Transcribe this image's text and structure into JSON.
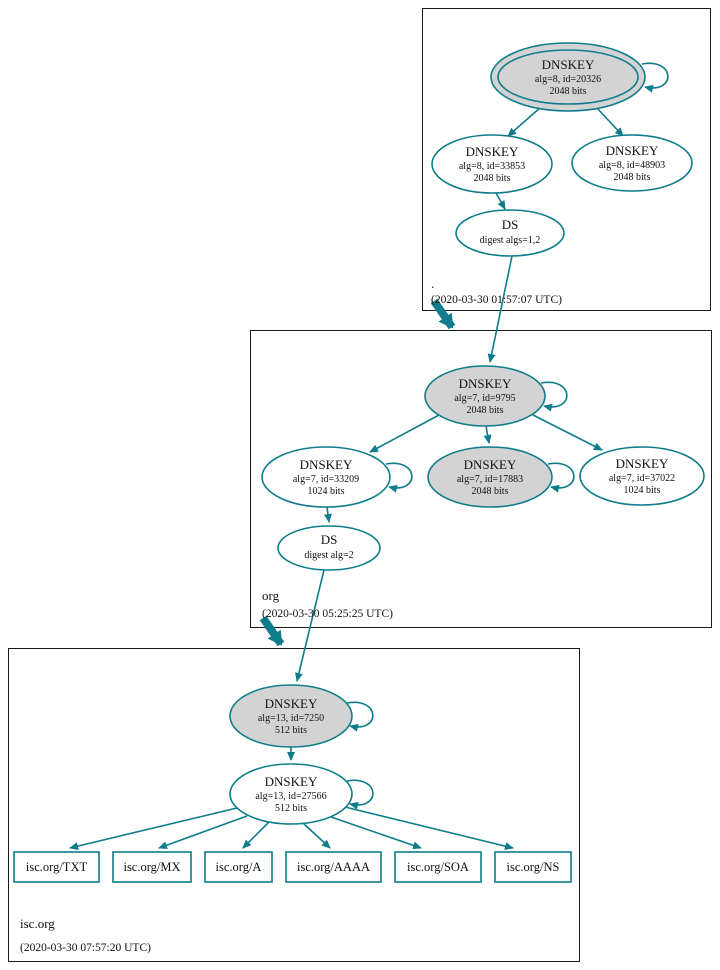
{
  "colors": {
    "line": "#0e7c8b",
    "ksk-fill": "#d3d3d3",
    "node-fill": "#ffffff",
    "box-border": "#1a1a1a"
  },
  "zones": {
    "root": {
      "label": ".",
      "timestamp": "(2020-03-30 01:57:07 UTC)",
      "ksk": {
        "title": "DNSKEY",
        "detail": "alg=8, id=20326",
        "size": "2048 bits"
      },
      "zsk1": {
        "title": "DNSKEY",
        "detail": "alg=8, id=33853",
        "size": "2048 bits"
      },
      "zsk2": {
        "title": "DNSKEY",
        "detail": "alg=8, id=48903",
        "size": "2048 bits"
      },
      "ds": {
        "title": "DS",
        "detail": "digest algs=1,2"
      }
    },
    "org": {
      "label": "org",
      "timestamp": "(2020-03-30 05:25:25 UTC)",
      "ksk": {
        "title": "DNSKEY",
        "detail": "alg=7, id=9795",
        "size": "2048 bits"
      },
      "key1": {
        "title": "DNSKEY",
        "detail": "alg=7, id=33209",
        "size": "1024 bits"
      },
      "key2": {
        "title": "DNSKEY",
        "detail": "alg=7, id=17883",
        "size": "2048 bits"
      },
      "key3": {
        "title": "DNSKEY",
        "detail": "alg=7, id=37022",
        "size": "1024 bits"
      },
      "ds": {
        "title": "DS",
        "detail": "digest alg=2"
      }
    },
    "isc": {
      "label": "isc.org",
      "timestamp": "(2020-03-30 07:57:20 UTC)",
      "ksk": {
        "title": "DNSKEY",
        "detail": "alg=13, id=7250",
        "size": "512 bits"
      },
      "zsk": {
        "title": "DNSKEY",
        "detail": "alg=13, id=27566",
        "size": "512 bits"
      },
      "rrsets": [
        {
          "label": "isc.org/TXT"
        },
        {
          "label": "isc.org/MX"
        },
        {
          "label": "isc.org/A"
        },
        {
          "label": "isc.org/AAAA"
        },
        {
          "label": "isc.org/SOA"
        },
        {
          "label": "isc.org/NS"
        }
      ]
    }
  }
}
